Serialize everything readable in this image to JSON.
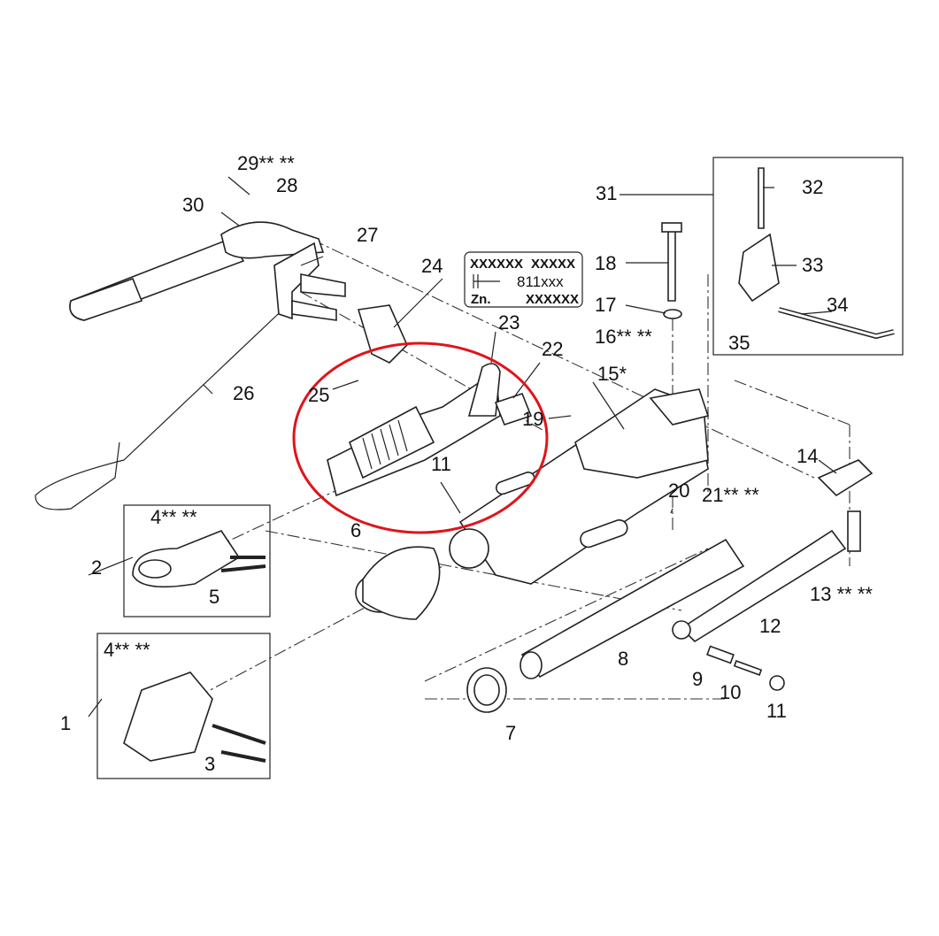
{
  "diagram": {
    "callouts": [
      "29** **",
      "28",
      "30",
      "27",
      "24",
      "18",
      "17",
      "16** **",
      "32",
      "31",
      "33",
      "34",
      "35",
      "23",
      "22",
      "15*",
      "26",
      "25",
      "19",
      "11",
      "14",
      "20",
      "21** **",
      "6",
      "4** **",
      "2",
      "5",
      "13 ** **",
      "12",
      "8",
      "9",
      "10",
      "11",
      "7",
      "4** **",
      "1",
      "3"
    ],
    "id_plate": {
      "row1_left": "XXXXXX",
      "row1_right": "XXXXX",
      "row2": "811xxx",
      "row3_left": "Zn.",
      "row3_right": "XXXXXX"
    },
    "highlight_color": "#e0141b"
  }
}
